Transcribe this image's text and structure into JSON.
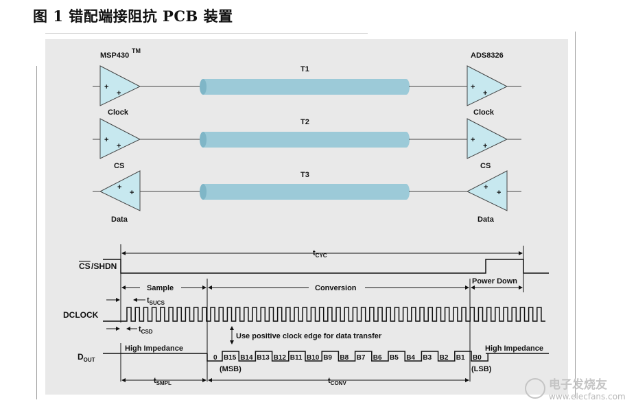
{
  "figure": {
    "caption": "图 1 错配端接阻抗 PCB 装置"
  },
  "diagram": {
    "mcu_label": "MSP430",
    "mcu_sup": "TM",
    "adc_label": "ADS8326",
    "lines": [
      {
        "name": "T1",
        "left_label": "Clock",
        "right_label": "Clock"
      },
      {
        "name": "T2",
        "left_label": "CS",
        "right_label": "CS"
      },
      {
        "name": "T3",
        "left_label": "Data",
        "right_label": "Data"
      }
    ],
    "plus": "+"
  },
  "timing": {
    "signals": {
      "cs_overline": "CS",
      "cs_rest": "/SHDN",
      "dclock": "DCLOCK",
      "dout_main": "D",
      "dout_sub": "OUT"
    },
    "t_cyc": {
      "t": "t",
      "sub": "CYC"
    },
    "phases": {
      "sample": "Sample",
      "conversion": "Conversion",
      "power_down": "Power Down"
    },
    "t_sucs": {
      "t": "t",
      "sub": "SUCS"
    },
    "t_csd": {
      "t": "t",
      "sub": "CSD"
    },
    "clock_note": "Use positive clock edge for data transfer",
    "high_impedance": "High Impedance",
    "zero": "0",
    "bits": [
      "B15",
      "B14",
      "B13",
      "B12",
      "B11",
      "B10",
      "B9",
      "B8",
      "B7",
      "B6",
      "B5",
      "B4",
      "B3",
      "B2",
      "B1",
      "B0"
    ],
    "msb": "(MSB)",
    "lsb": "(LSB)",
    "t_smpl": {
      "t": "t",
      "sub": "SMPL"
    },
    "t_conv": {
      "t": "t",
      "sub": "CONV"
    }
  },
  "watermark": {
    "cn": "电子发烧友",
    "url": "www.elecfans.com"
  },
  "colors": {
    "triangle": "#c7e8ef",
    "cable": "#9ccad8",
    "cable_end": "#7fb6c7",
    "panel": "#e9e9e9"
  }
}
